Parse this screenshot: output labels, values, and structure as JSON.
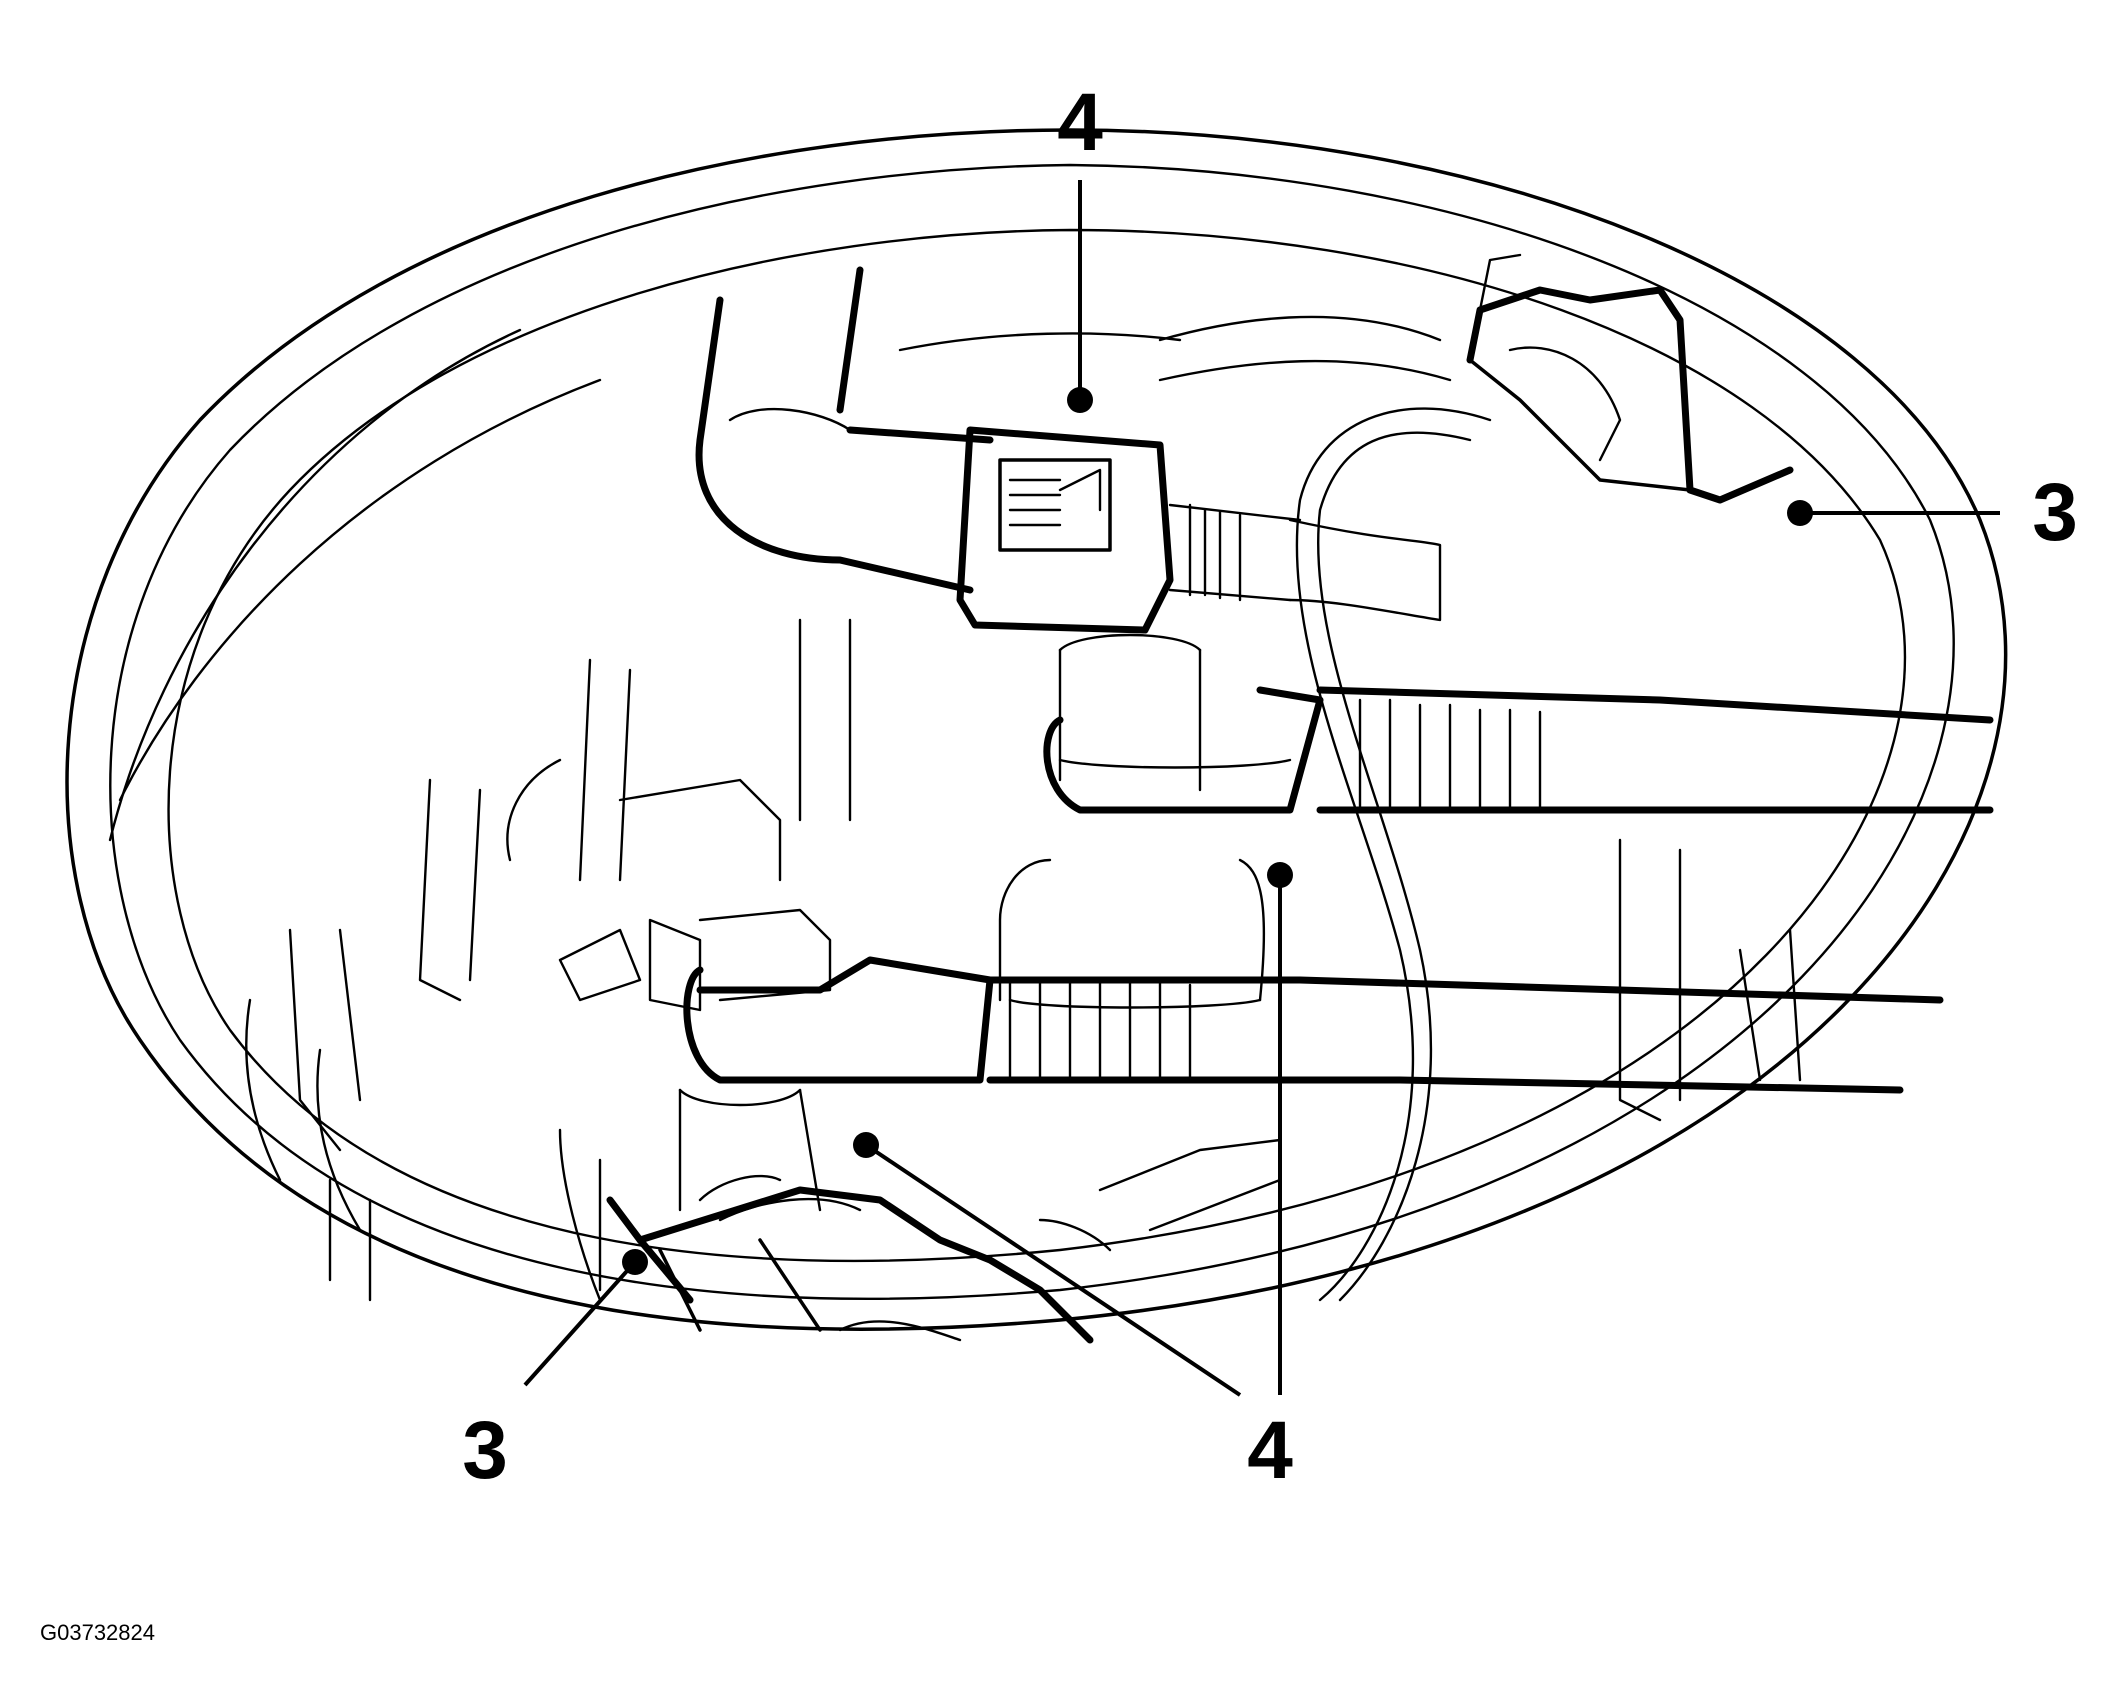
{
  "callouts": [
    {
      "id": "callout-top-4",
      "label": "4"
    },
    {
      "id": "callout-right-3",
      "label": "3"
    },
    {
      "id": "callout-bottom-left-3",
      "label": "3"
    },
    {
      "id": "callout-bottom-4",
      "label": "4"
    }
  ],
  "figure_id": "G03732824"
}
